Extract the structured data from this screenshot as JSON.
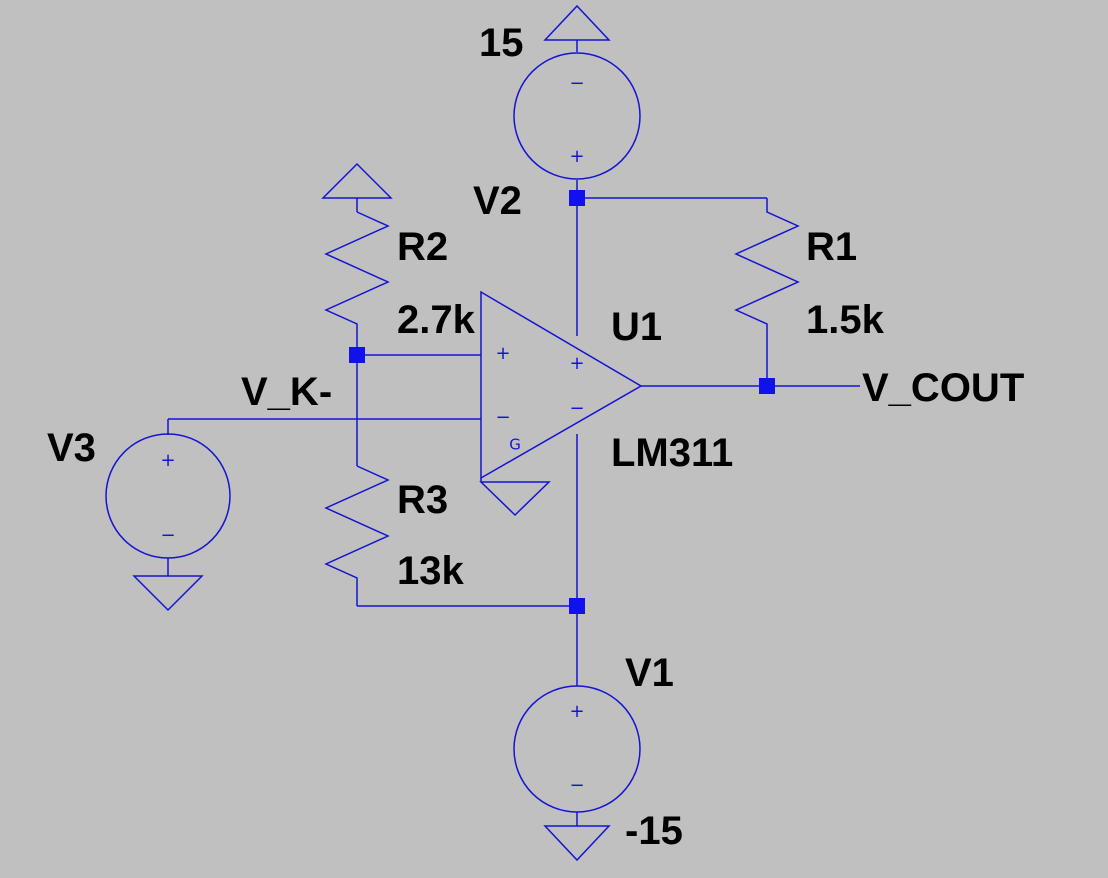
{
  "schematic": {
    "components": {
      "V2": {
        "name": "V2",
        "value": "15"
      },
      "V1": {
        "name": "V1",
        "value": "-15"
      },
      "V3": {
        "name": "V3"
      },
      "R1": {
        "name": "R1",
        "value": "1.5k"
      },
      "R2": {
        "name": "R2",
        "value": "2.7k"
      },
      "R3": {
        "name": "R3",
        "value": "13k"
      },
      "U1": {
        "name": "U1",
        "model": "LM311",
        "pin_plus": "+",
        "pin_minus": "−",
        "pin_plus_in": "+",
        "pin_minus_in": "−",
        "pin_g": "G"
      }
    },
    "nets": {
      "v_k": "V_K-",
      "v_cout": "V_COUT"
    },
    "source_signs": {
      "plus": "+",
      "minus": "−"
    },
    "colors": {
      "background": "#c0c0c0",
      "wire": "#1414d2",
      "junction": "#1111ee",
      "label": "#000000"
    }
  }
}
